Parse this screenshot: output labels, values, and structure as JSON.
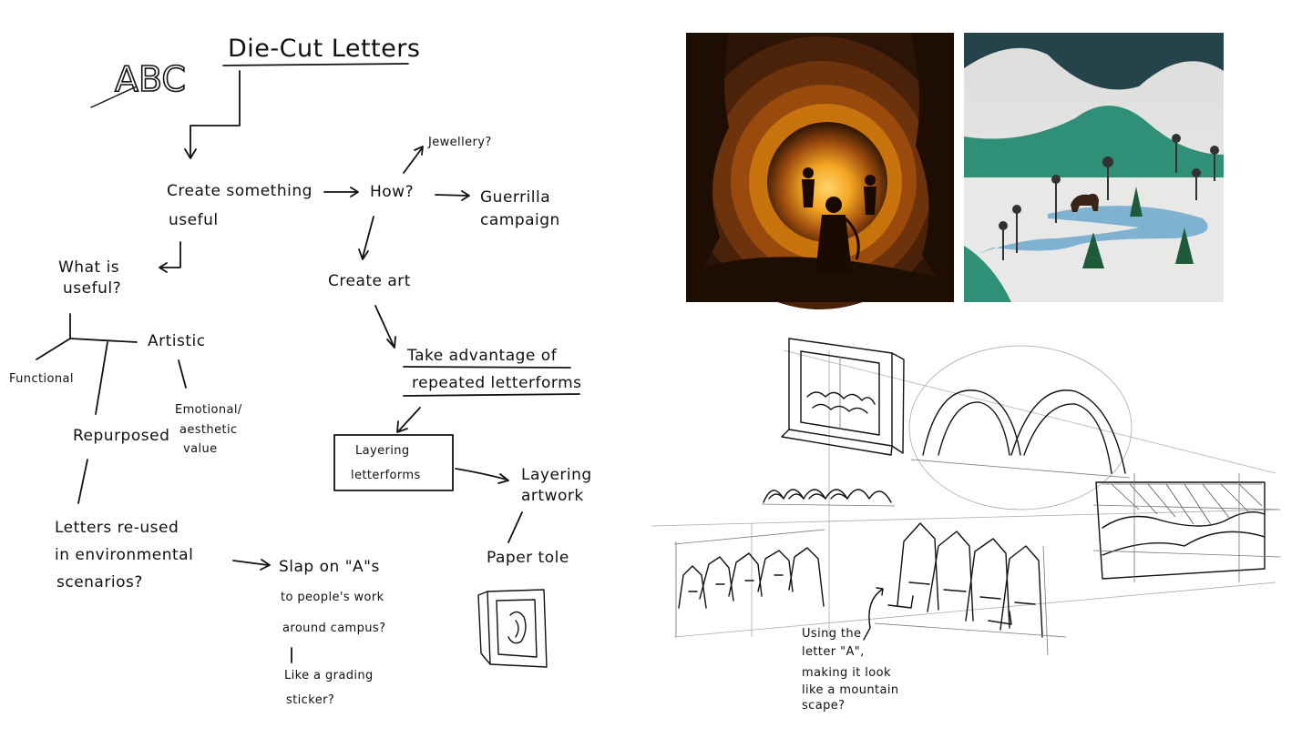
{
  "title": "Die-Cut Letters",
  "abc": "ABC",
  "nodes": {
    "create_something_1": "Create something",
    "create_something_2": "useful",
    "how": "How?",
    "jewellery": "Jewellery?",
    "guerrilla_1": "Guerrilla",
    "guerrilla_2": "campaign",
    "what_is_1": "What is",
    "what_is_2": "useful?",
    "artistic": "Artistic",
    "functional": "Functional",
    "repurposed": "Repurposed",
    "emotional_1": "Emotional/",
    "emotional_2": "aesthetic",
    "emotional_3": "value",
    "letters_1": "Letters re-used",
    "letters_2": "in environmental",
    "letters_3": "scenarios?",
    "slap_1": "Slap on \"A\"s",
    "slap_2": "to people's work",
    "slap_3": "around campus?",
    "grading_1": "Like a grading",
    "grading_2": "sticker?",
    "create_art": "Create art",
    "take_adv_1": "Take advantage of",
    "take_adv_2": "repeated letterforms",
    "layering_box_1": "Layering",
    "layering_box_2": "letterforms",
    "layering_art_1": "Layering",
    "layering_art_2": "artwork",
    "paper_tole": "Paper tole",
    "using_1": "Using the",
    "using_2": "letter \"A\",",
    "using_3": "making it look",
    "using_4": "like a mountain",
    "using_5": "scape?"
  },
  "colors": {
    "ink": "#111111",
    "cave_glow": "#f5a623",
    "cave_dark": "#2a1405",
    "mountain_teal": "#2f8f77",
    "mountain_dark": "#25434a",
    "river": "#7fb2d0",
    "paper_white": "#e8e8e6"
  }
}
